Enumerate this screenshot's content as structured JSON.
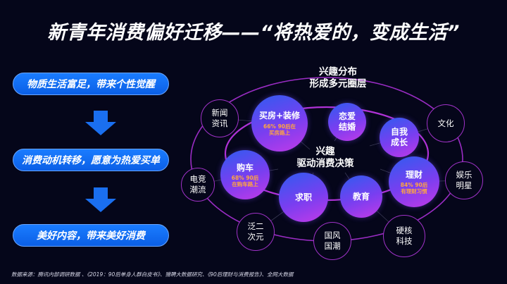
{
  "title": "新青年消费偏好迁移——“将热爱的，变成生活”",
  "flow": [
    {
      "label": "物质生活富足，带来个性觉醒"
    },
    {
      "label": "消费动机转移，愿意为热爱买单"
    },
    {
      "label": "美好内容，带来美好消费"
    }
  ],
  "diagram": {
    "outer_label": [
      "兴趣分布",
      "形成多元圈层"
    ],
    "inner_label": [
      "兴趣",
      "驱动消费决策"
    ],
    "outer_circles": [
      {
        "line1": "新闻",
        "line2": "资讯"
      },
      {
        "line1": "文化",
        "line2": ""
      },
      {
        "line1": "电竞",
        "line2": "潮流"
      },
      {
        "line1": "娱乐",
        "line2": "明星"
      },
      {
        "line1": "泛二",
        "line2": "次元"
      },
      {
        "line1": "国风",
        "line2": "国潮"
      },
      {
        "line1": "硬核",
        "line2": "科技"
      }
    ],
    "inner_circles": [
      {
        "name": "买房+装修",
        "sub1": "66% 90后在",
        "sub2": "买房路上"
      },
      {
        "name": "恋爱",
        "name2": "结婚"
      },
      {
        "name": "自我",
        "name2": "成长"
      },
      {
        "name": "购车",
        "sub1": "68% 90后",
        "sub2": "在购车路上"
      },
      {
        "name": "求职"
      },
      {
        "name": "教育"
      },
      {
        "name": "理财",
        "sub1": "84%  90后",
        "sub2": "有理财习惯"
      }
    ]
  },
  "footnote": "数据来源：腾讯内部调研数据 、《2019：90后单身人群白皮书》、猎聘大数据研究、《90后理财与消费报告》、全网大数据",
  "colors": {
    "background": "#05061a",
    "box_blue": "#1a7cff",
    "ring_purple": "#a032c8",
    "accent_orange": "#ffa640"
  }
}
